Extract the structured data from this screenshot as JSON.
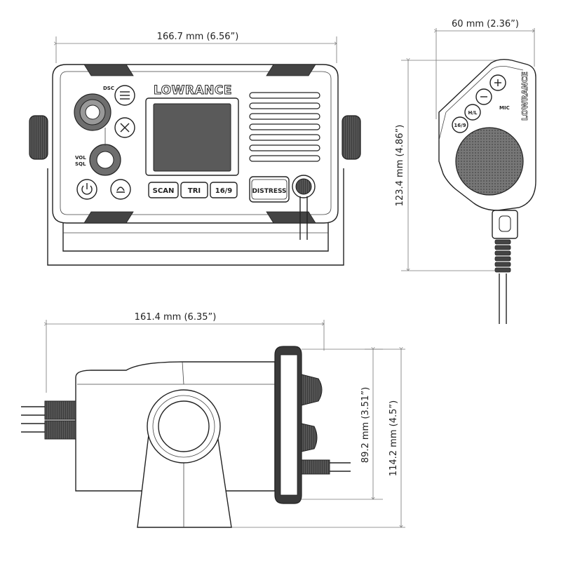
{
  "dimensions": {
    "front_width": "166.7 mm (6.56”)",
    "front_height": "123.4 mm (4.86”)",
    "mic_width": "60 mm (2.36”)",
    "side_length": "161.4 mm (6.35”)",
    "side_height_inner": "89.2 mm (3.51”)",
    "side_height_outer": "114.2 mm (4.5”)"
  },
  "radio": {
    "brand": "LOWRANCE",
    "labels": {
      "dsc": "DSC",
      "vol": "VOL",
      "sol": "SQL",
      "scan": "SCAN",
      "tri": "TRI",
      "ch169": "16/9",
      "distress": "DISTRESS"
    }
  },
  "mic": {
    "brand": "LOWRANCE",
    "labels": {
      "hl": "H/L",
      "ch169": "16/9",
      "mic": "MIC"
    }
  }
}
